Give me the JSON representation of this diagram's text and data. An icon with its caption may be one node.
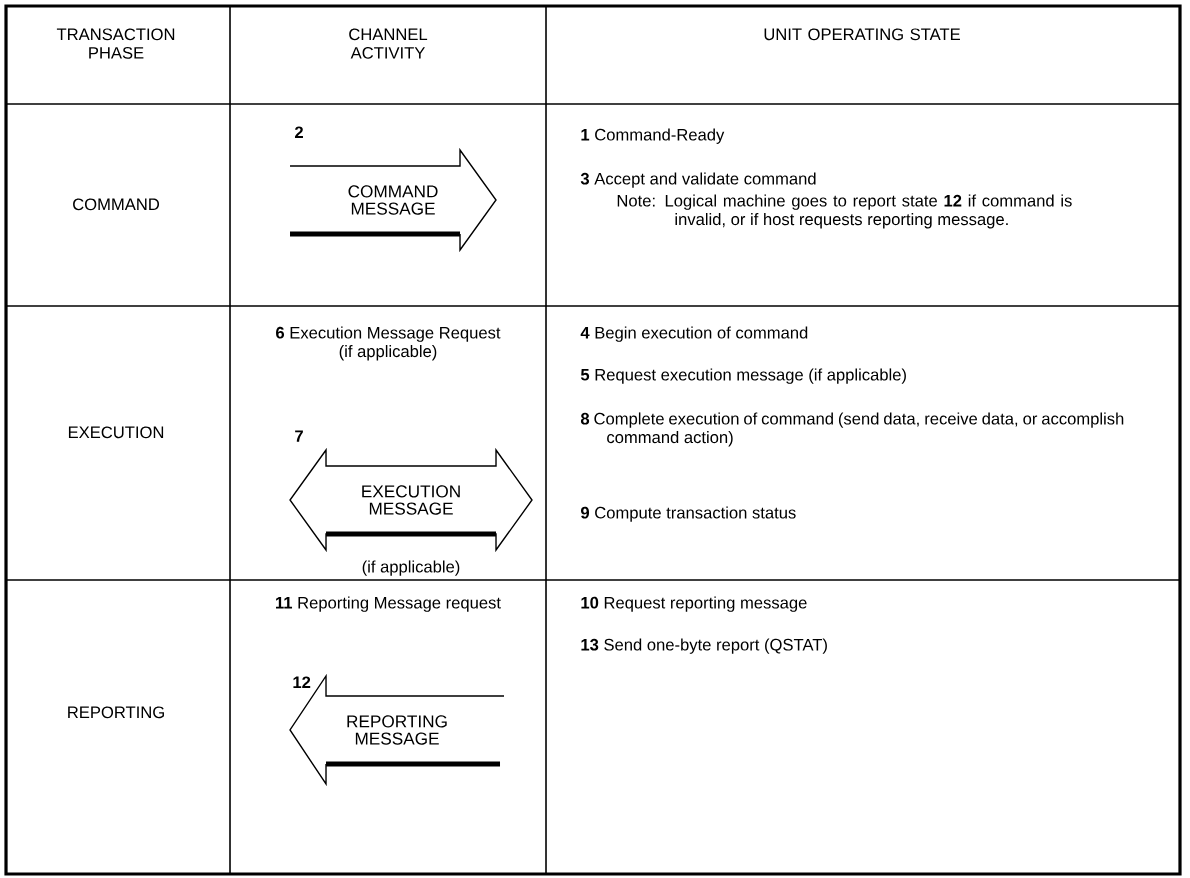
{
  "diagram": {
    "nodes": [
      {
        "text": [
          "COMMAND MESSAGE"
        ]
      },
      {
        "text": [
          "EXECUTION MESSAGE"
        ],
        "beside": [
          "(if applicable)"
        ]
      },
      {
        "text": [
          "REPORTING MESSAGE"
        ]
      }
    ],
    "labels": [
      "TRANSACTION PHASE",
      "CHANNEL ACTIVITY",
      "UNIT OPERATING STATE",
      "COMMAND",
      "2",
      "**1** Command-Ready",
      "**3** Accept and validate command",
      "Note: Logical machine goes to report state **12** if command is invalid, or if host requests reporting message.",
      "EXECUTION",
      "**6** Execution Message Request (if applicable)",
      "7",
      "**4** Begin execution of command",
      "**5** Request execution message (if applicable)",
      "**8** Complete execution of command (send data, receive data, or accomplish command action)",
      "**9** Compute transaction status",
      "REPORTING",
      "**11** Reporting Message request",
      "12",
      "**10** Request reporting message",
      "**13** Send one-byte report (QSTAT)"
    ]
  }
}
